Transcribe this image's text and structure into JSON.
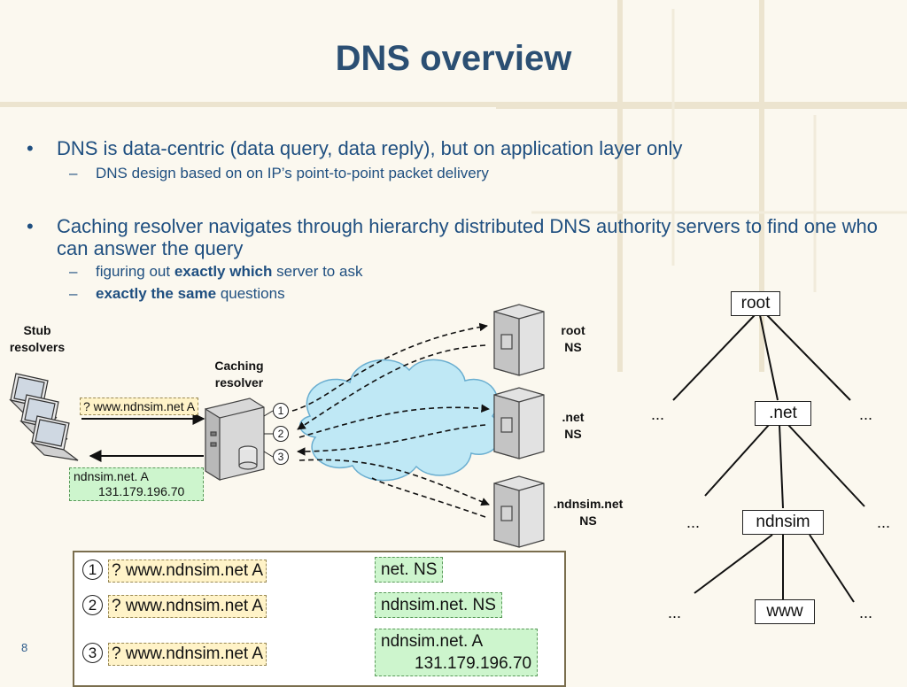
{
  "title": "DNS overview",
  "bullets": [
    {
      "text": "DNS is data-centric (data query, data reply), but on application layer only",
      "subs": [
        {
          "parts": [
            {
              "t": "DNS design based on on IP’s point-to-point packet delivery",
              "b": false
            }
          ]
        }
      ]
    },
    {
      "text": "Caching resolver navigates through hierarchy distributed DNS authority servers to find one who can answer the query",
      "subs": [
        {
          "parts": [
            {
              "t": "figuring out ",
              "b": false
            },
            {
              "t": "exactly which",
              "b": true
            },
            {
              "t": " server to ask",
              "b": false
            }
          ]
        },
        {
          "parts": [
            {
              "t": "exactly the same",
              "b": true
            },
            {
              "t": " questions",
              "b": false
            }
          ]
        }
      ]
    }
  ],
  "bullet_glyph": "•",
  "sub_glyph": "–",
  "diagram": {
    "stub_label": "Stub\nresolvers",
    "caching_label": "Caching\nresolver",
    "query_note": "? www.ndnsim.net A",
    "answer_note_line1": "ndnsim.net. A",
    "answer_note_line2": "131.179.196.70",
    "steps": [
      "1",
      "2",
      "3"
    ],
    "servers": [
      {
        "label": "root\nNS"
      },
      {
        "label": ".net\nNS"
      },
      {
        "label": ".ndnsim.net\nNS"
      }
    ]
  },
  "tree": {
    "root": "root",
    "net": ".net",
    "ndnsim": "ndnsim",
    "www": "www",
    "ellipsis": "..."
  },
  "legend": {
    "rows": [
      {
        "num": "1",
        "query": "? www.ndnsim.net A",
        "answer": "net. NS"
      },
      {
        "num": "2",
        "query": "? www.ndnsim.net A",
        "answer": "ndnsim.net. NS"
      },
      {
        "num": "3",
        "query": "? www.ndnsim.net A",
        "answer_line1": "ndnsim.net. A",
        "answer_line2": "131.179.196.70"
      }
    ]
  },
  "page_number": "8",
  "colors": {
    "title": "#2b4f73",
    "body_text": "#1f4f80",
    "query_fill": "#fff3c8",
    "answer_fill": "#cdf5cd",
    "cloud_fill": "#bfe8f5"
  }
}
